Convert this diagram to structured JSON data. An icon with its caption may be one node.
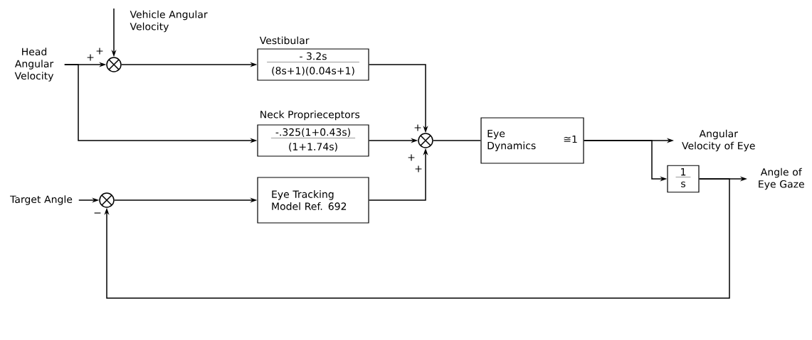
{
  "diagram": {
    "nodes": [
      {
        "text": [
          "Head Angular Velocity"
        ]
      },
      {
        "text": [
          "Vehicle Angular Velocity"
        ]
      },
      {
        "text": [],
        "shape": "circle"
      },
      {
        "text": [
          "Vestibular",
          "- 3.2s",
          "(8s+1)(0.04s+1)"
        ]
      },
      {
        "text": [
          "Neck Proprieceptors",
          "-.325(1+0.43s)",
          "(1+1.74s)"
        ]
      },
      {
        "text": [],
        "shape": "circle"
      },
      {
        "text": [
          "Eye Dynamics",
          "≅1"
        ]
      },
      {
        "text": [
          "Angular Velocity of Eye"
        ]
      },
      {
        "text": [
          "1",
          "s"
        ]
      },
      {
        "text": [
          "Angle of Eye Gaze"
        ]
      },
      {
        "text": [
          "Target Angle"
        ]
      },
      {
        "text": [],
        "shape": "circle"
      },
      {
        "text": [
          "Eye Tracking Model Ref. 692"
        ]
      }
    ],
    "edges": [
      {
        "from": 0,
        "to": 2,
        "arrow": "to"
      },
      {
        "from": 0,
        "to": 4,
        "arrow": "to"
      },
      {
        "from": 1,
        "to": 2,
        "arrow": "to"
      },
      {
        "from": 2,
        "to": 3,
        "arrow": "to"
      },
      {
        "from": 3,
        "to": 5,
        "arrow": "to"
      },
      {
        "from": 4,
        "to": 5,
        "arrow": "to"
      },
      {
        "from": 12,
        "to": 5,
        "arrow": "to"
      },
      {
        "from": 5,
        "to": 6,
        "arrow": "none"
      },
      {
        "from": 6,
        "to": 7,
        "arrow": "to"
      },
      {
        "from": 6,
        "to": 8,
        "arrow": "to"
      },
      {
        "from": 8,
        "to": 9,
        "arrow": "to"
      },
      {
        "from": 8,
        "to": 11,
        "arrow": "to"
      },
      {
        "from": 10,
        "to": 11,
        "arrow": "to"
      },
      {
        "from": 11,
        "to": 12,
        "arrow": "to"
      }
    ],
    "labels": [
      "+",
      "+",
      "+",
      "+",
      "+",
      "−"
    ]
  }
}
